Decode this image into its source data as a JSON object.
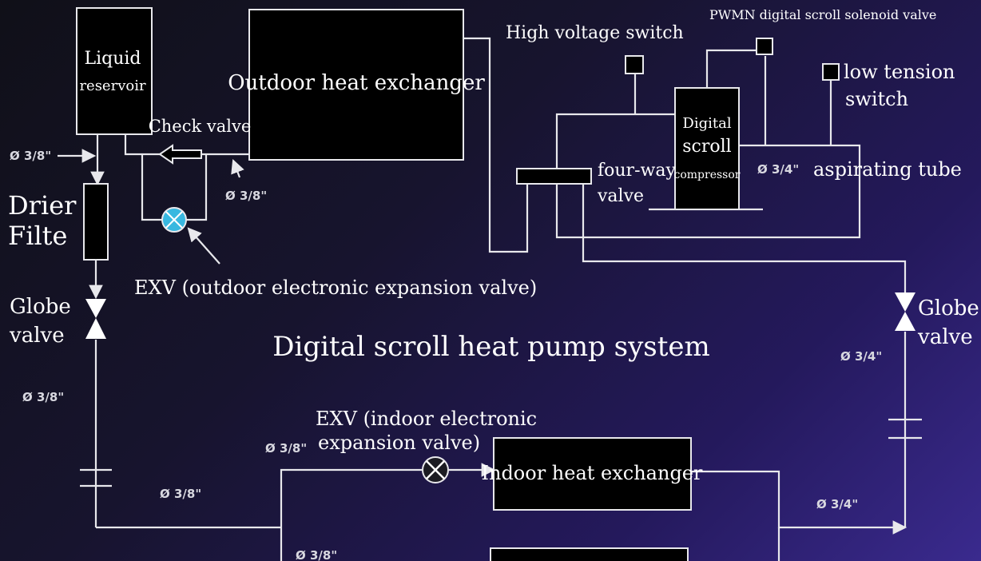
{
  "title": "Digital scroll heat pump system",
  "components": {
    "liquid_reservoir_line1": "Liquid",
    "liquid_reservoir_line2": "reservoir",
    "outdoor_heat_exchanger": "Outdoor heat exchanger",
    "check_valve": "Check valve",
    "drier_line1": "Drier",
    "drier_line2": "Filte",
    "exv_outdoor": "EXV (outdoor electronic expansion valve)",
    "globe_valve_left_line1": "Globe",
    "globe_valve_left_line2": "valve",
    "globe_valve_right_line1": "Globe",
    "globe_valve_right_line2": "valve",
    "high_voltage_switch": "High voltage switch",
    "pwmn_valve": "PWMN digital scroll solenoid valve",
    "low_tension_line1": "low tension",
    "low_tension_line2": "switch",
    "compressor_line1": "Digital",
    "compressor_line2": "scroll",
    "compressor_line3": "compressor",
    "four_way_line1": "four-way",
    "four_way_line2": "valve",
    "aspirating_tube": "aspirating tube",
    "exv_indoor_line1": "EXV (indoor electronic",
    "exv_indoor_line2": "expansion valve)",
    "indoor_heat_exchanger": "Indoor heat exchanger"
  },
  "pipe_sizes": {
    "left_inlet": "Ø 3/8\"",
    "check_valve_pipe": "Ø 3/8\"",
    "compressor_pipe": "Ø 3/4\"",
    "left_vertical": "Ø 3/8\"",
    "right_vertical": "Ø 3/4\"",
    "indoor_exv_pipe": "Ø 3/8\"",
    "bottom_left": "Ø 3/8\"",
    "indoor_outlet": "Ø 3/4\"",
    "bottom_partial": "Ø 3/8\""
  },
  "colors": {
    "background_dark": "#101018",
    "background_light": "#3a2a8e",
    "line": "#e8e8ec",
    "exv_outdoor_fill": "#38b8e0"
  }
}
